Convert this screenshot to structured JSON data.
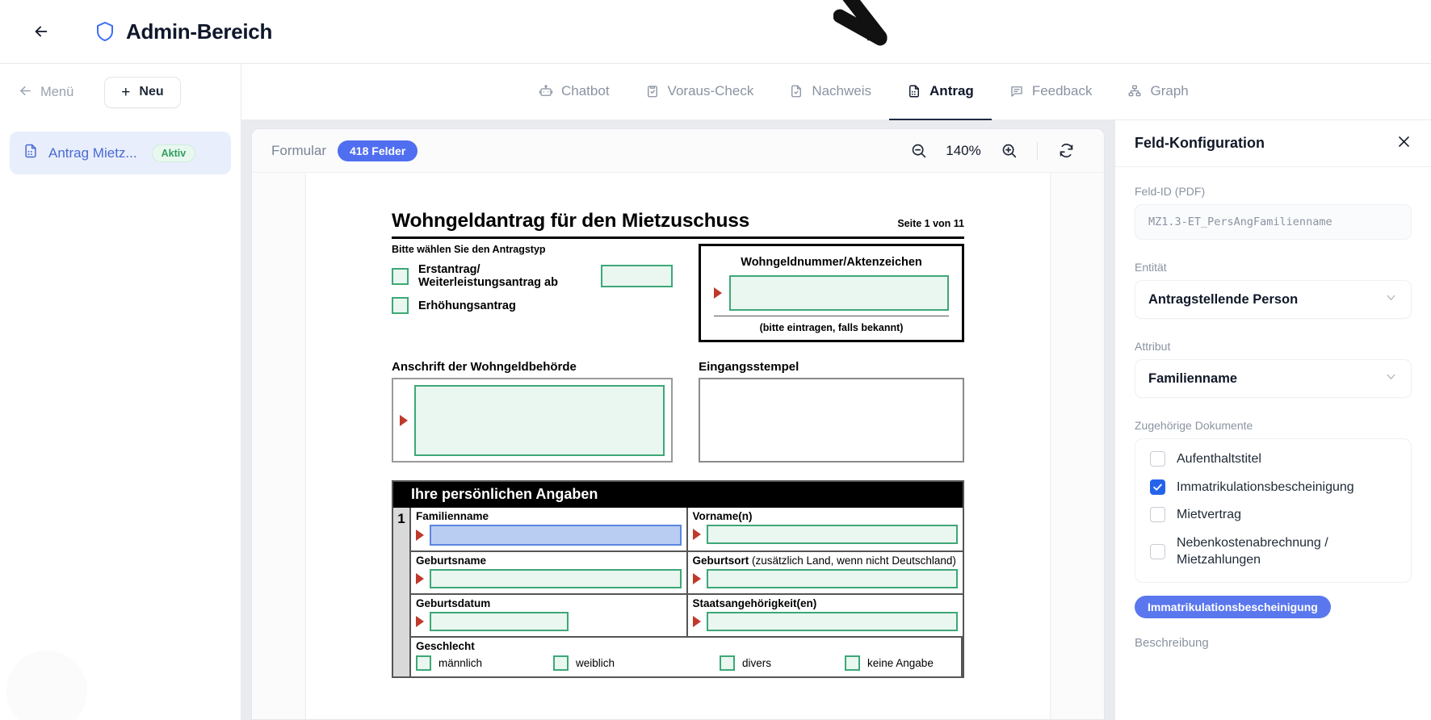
{
  "header": {
    "back_icon": "arrow-left-icon",
    "shield_icon": "shield-icon",
    "title": "Admin-Bereich"
  },
  "subheader": {
    "menu_label": "Menü",
    "menu_icon": "arrow-left-icon",
    "new_label": "Neu",
    "new_icon": "plus-icon"
  },
  "tabs": [
    {
      "label": "Chatbot",
      "icon": "robot-icon",
      "active": false
    },
    {
      "label": "Voraus-Check",
      "icon": "clipboard-check-icon",
      "active": false
    },
    {
      "label": "Nachweis",
      "icon": "file-check-icon",
      "active": false
    },
    {
      "label": "Antrag",
      "icon": "file-form-icon",
      "active": true
    },
    {
      "label": "Feedback",
      "icon": "message-square-icon",
      "active": false
    },
    {
      "label": "Graph",
      "icon": "network-icon",
      "active": false
    }
  ],
  "sidebar": {
    "item": {
      "icon": "file-form-icon",
      "label": "Antrag Mietz...",
      "status_badge": "Aktiv"
    }
  },
  "viewer_toolbar": {
    "title": "Formular",
    "fields_badge": "418 Felder",
    "zoom_out_icon": "zoom-out-icon",
    "zoom_level": "140%",
    "zoom_in_icon": "zoom-in-icon",
    "refresh_icon": "refresh-icon"
  },
  "pdf": {
    "title": "Wohngeldantrag für den Mietzuschuss",
    "page_indicator": "Seite 1 von 11",
    "subtitle": "Bitte wählen Sie den Antragstyp",
    "antragstyp": [
      "Erstantrag/ Weiterleistungsantrag ab",
      "Erhöhungsantrag"
    ],
    "wohngeldnummer": {
      "title": "Wohngeldnummer/Aktenzeichen",
      "note": "(bitte eintragen, falls bekannt)"
    },
    "anschrift_label": "Anschrift der Wohngeldbehörde",
    "eingangsstempel_label": "Eingangsstempel",
    "angaben": {
      "section_title": "Ihre persönlichen Angaben",
      "row_number": "1",
      "fields": {
        "familienname": "Familienname",
        "vorname": "Vorname(n)",
        "geburtsname": "Geburtsname",
        "geburtsort_bold": "Geburtsort",
        "geburtsort_thin": " (zusätzlich Land, wenn nicht Deutschland)",
        "geburtsdatum": "Geburtsdatum",
        "staatsangehoerigkeit": "Staatsangehörigkeit(en)",
        "geschlecht": "Geschlecht"
      },
      "geschlecht_options": [
        "männlich",
        "weiblich",
        "divers",
        "keine Angabe"
      ]
    }
  },
  "field_config": {
    "panel_title": "Feld-Konfiguration",
    "close_icon": "close-icon",
    "feld_id_label": "Feld-ID (PDF)",
    "feld_id_value": "MZ1.3-ET_PersAngFamilienname",
    "entitaet_label": "Entität",
    "entitaet_value": "Antragstellende Person",
    "attribut_label": "Attribut",
    "attribut_value": "Familienname",
    "dokumente_label": "Zugehörige Dokumente",
    "dokumente": [
      {
        "label": "Aufenthaltstitel",
        "checked": false
      },
      {
        "label": "Immatrikulationsbescheinigung",
        "checked": true
      },
      {
        "label": "Mietvertrag",
        "checked": false
      },
      {
        "label": "Nebenkostenabrechnung / Mietzahlungen",
        "checked": false
      }
    ],
    "selected_chip": "Immatrikulationsbescheinigung",
    "beschreibung_label": "Beschreibung"
  },
  "colors": {
    "accent_blue": "#4f6ef0",
    "link_blue": "#4a6ad4",
    "checkbox_blue": "#2563eb",
    "active_green": "#2f9e5d",
    "pdf_field_green": "#3da877",
    "selected_field_blue": "#5b86e0"
  }
}
